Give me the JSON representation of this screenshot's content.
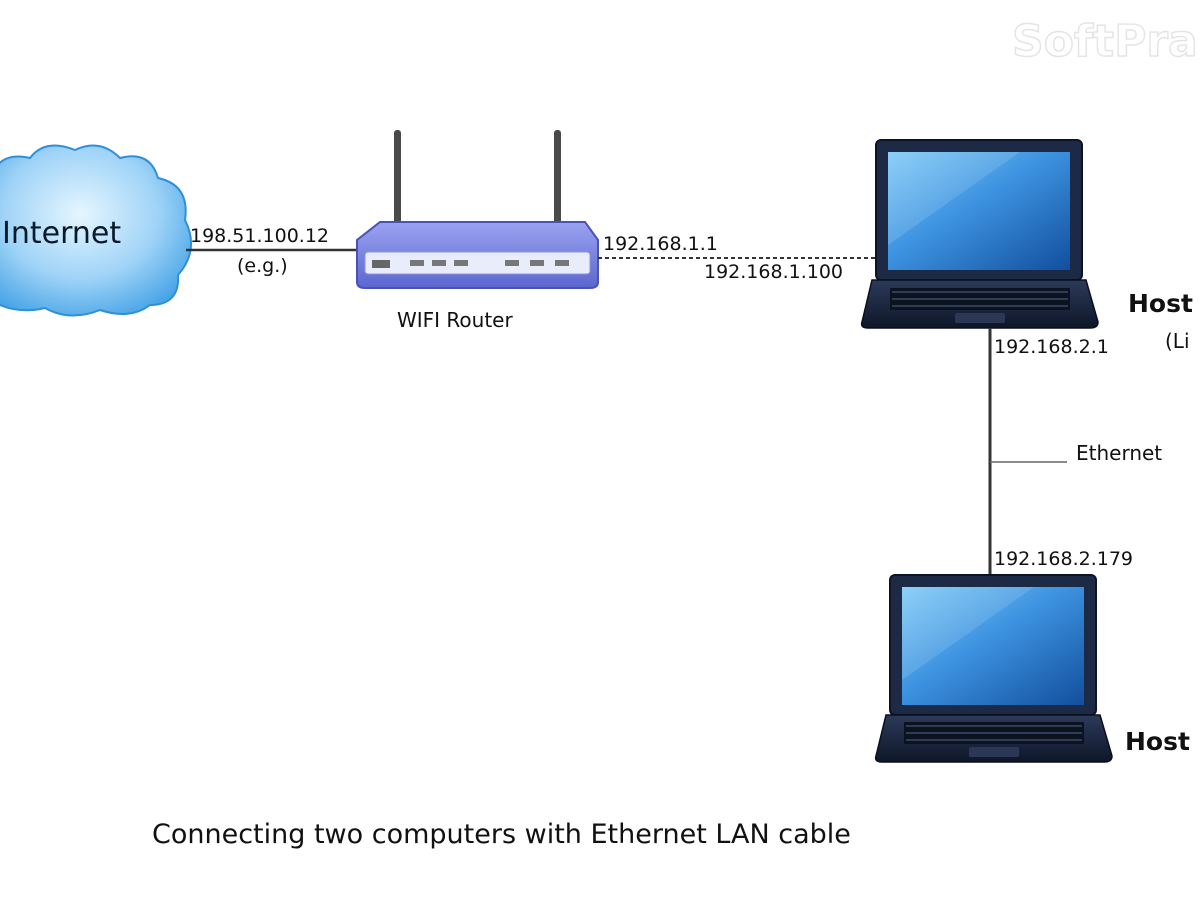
{
  "watermark": "SoftPra",
  "nodes": {
    "internet": {
      "label": "Internet"
    },
    "router": {
      "label": "WIFI Router"
    },
    "host_top": {
      "label": "Host",
      "sub": "(Li"
    },
    "host_bottom": {
      "label": "Host"
    }
  },
  "links": {
    "internet_router": {
      "ip": "198.51.100.12",
      "note": "(e.g.)"
    },
    "router_host": {
      "router_ip": "192.168.1.1",
      "host_ip": "192.168.1.100"
    },
    "ethernet": {
      "label": "Ethernet",
      "top_ip": "192.168.2.1",
      "bottom_ip": "192.168.2.179"
    }
  },
  "caption": "Connecting two computers with Ethernet LAN cable",
  "colors": {
    "cloud_light": "#dff3ff",
    "cloud_dark": "#3da0e6",
    "router_body": "#7b86e6",
    "router_panel": "#e9ecfa",
    "screen_light": "#6fc2f5",
    "screen_dark": "#1662b8",
    "laptop_body": "#1d2a45"
  }
}
